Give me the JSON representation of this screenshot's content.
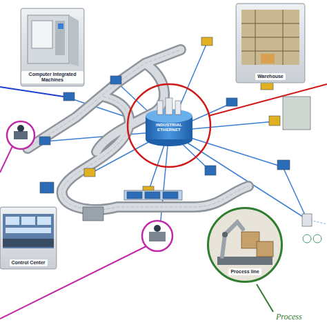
{
  "diagram": {
    "nodes": [
      {
        "text": [
          "Computer Integrated Machines"
        ]
      },
      {
        "text": [
          "Warehouse"
        ]
      },
      {
        "text": [
          "INDUSTRIAL ETHERNET"
        ]
      },
      {
        "text": [
          "Control Center"
        ]
      },
      {
        "text": [
          "Process line"
        ]
      }
    ],
    "labels": [
      "Process"
    ]
  }
}
